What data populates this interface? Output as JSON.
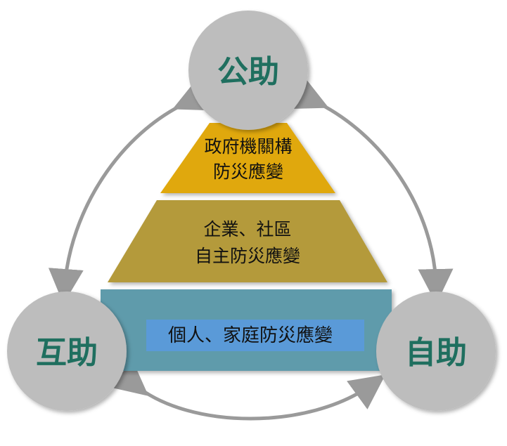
{
  "nodes": {
    "top": "公助",
    "left": "互助",
    "right": "自助"
  },
  "tiers": {
    "top": [
      "政府機關構",
      "防災應變"
    ],
    "middle": [
      "企業、社區",
      "自主防災應變"
    ],
    "bottom": "個人、家庭防災應變"
  },
  "colors": {
    "circle": "#bdbdbd",
    "circle_text": "#1f6f5f",
    "tier_top": "#e0a810",
    "tier_middle": "#b49a3a",
    "tier_bottom": "#5f9bab",
    "tier_bottom_label_bg": "#5a9ad8",
    "arrow": "#9a9a9a"
  }
}
